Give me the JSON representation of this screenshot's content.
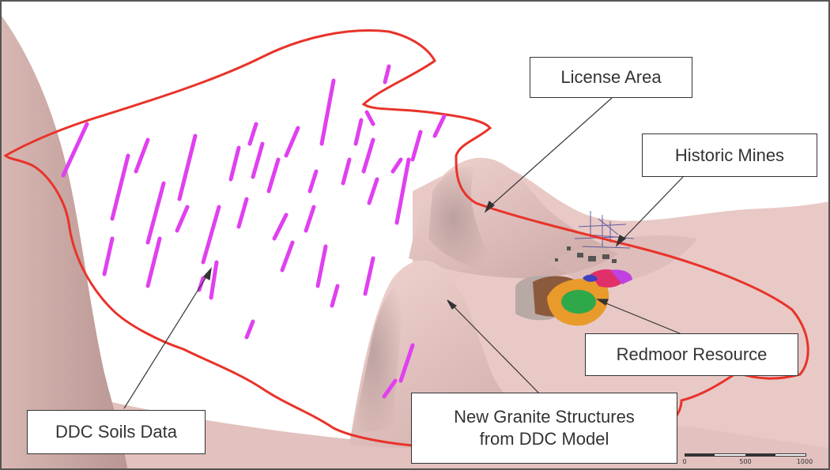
{
  "callouts": {
    "license_area": "License Area",
    "historic_mines": "Historic Mines",
    "redmoor_resource": "Redmoor Resource",
    "ddc_soils_data": "DDC Soils Data",
    "new_granite_line1": "New Granite Structures",
    "new_granite_line2": "from DDC Model"
  },
  "scale_bar": {
    "ticks": [
      "0",
      "500",
      "1000"
    ]
  },
  "colors": {
    "terrain": "#e5c6c3",
    "terrain_shadow": "#c9a7a4",
    "license_outline": "#e8332a",
    "soil_samples": "#e040f0",
    "callout_border": "#333333"
  }
}
